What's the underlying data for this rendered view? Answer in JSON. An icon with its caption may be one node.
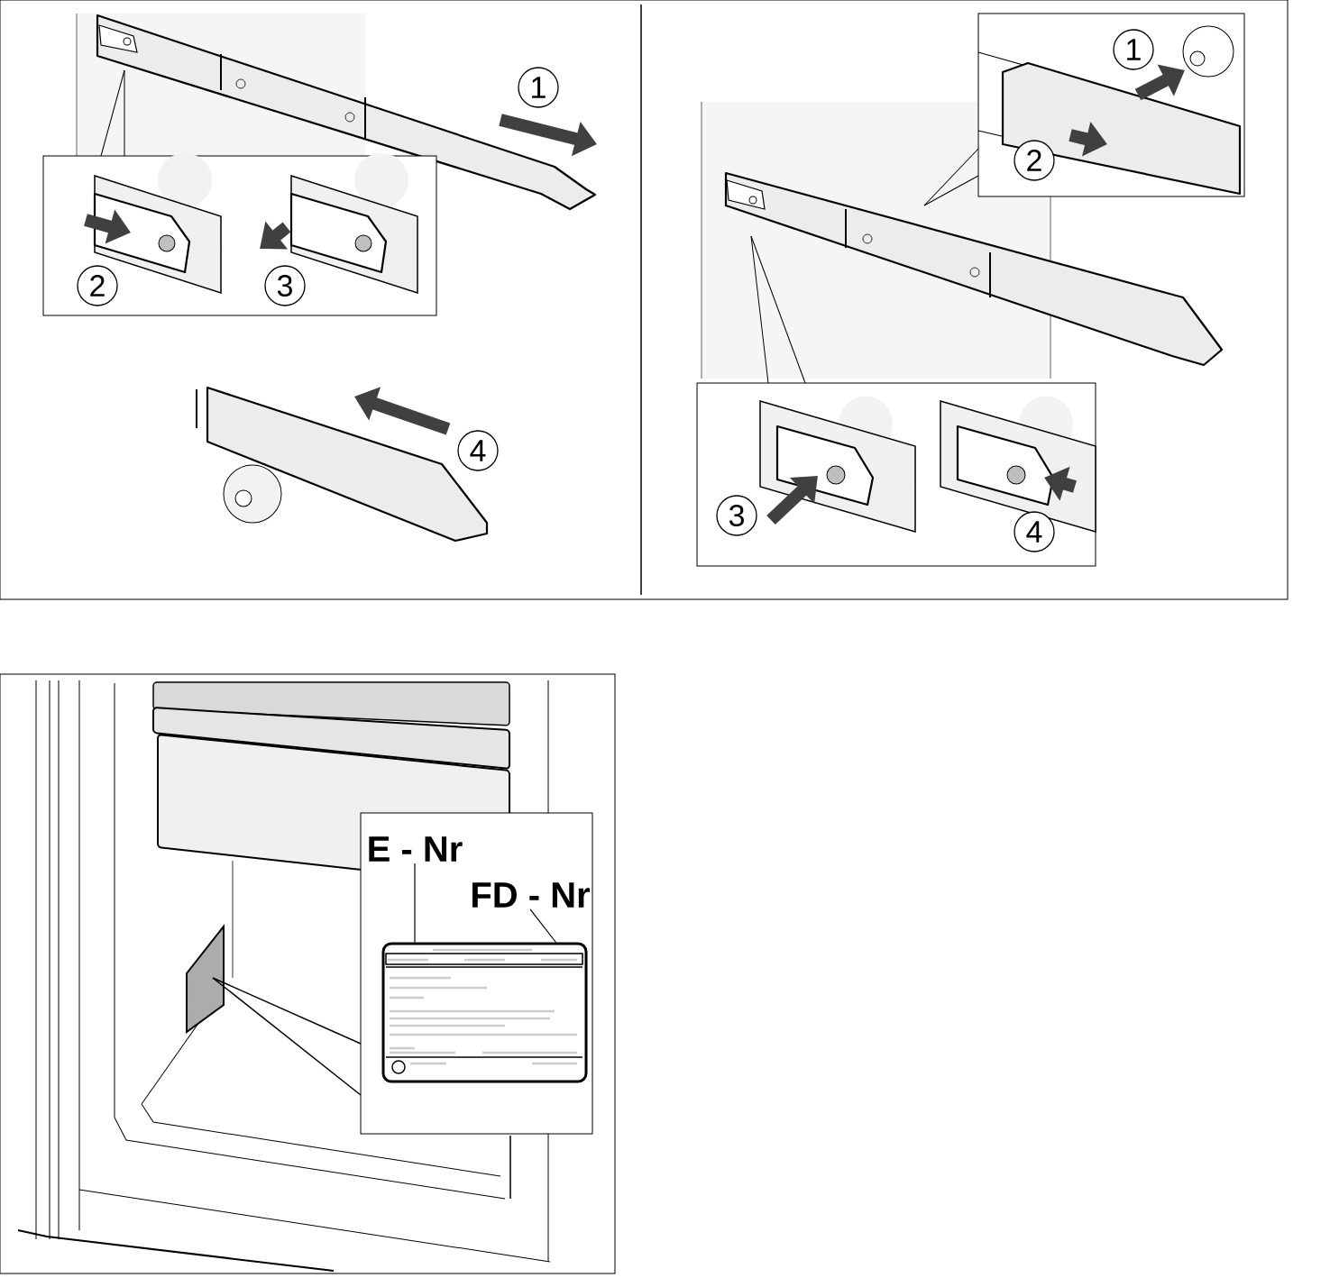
{
  "diagram": {
    "nodes": [
      {
        "text": [
          "E - Nr"
        ]
      },
      {
        "text": [
          "FD - Nr"
        ]
      },
      {
        "text": [],
        "shape": "box"
      }
    ],
    "edges": [
      {
        "from": 0,
        "to": 2,
        "arrow": "none"
      },
      {
        "from": 1,
        "to": 2,
        "arrow": "none"
      }
    ],
    "labels": [
      "1",
      "2",
      "3",
      "4",
      "1",
      "2",
      "3",
      "4"
    ]
  }
}
